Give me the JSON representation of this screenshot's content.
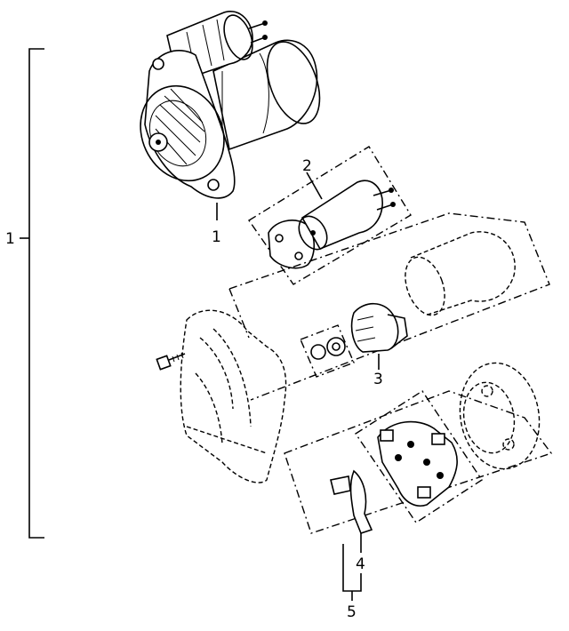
{
  "callouts": {
    "c1_side": "1",
    "c1": "1",
    "c2": "2",
    "c3": "3",
    "c4": "4",
    "c5": "5"
  }
}
